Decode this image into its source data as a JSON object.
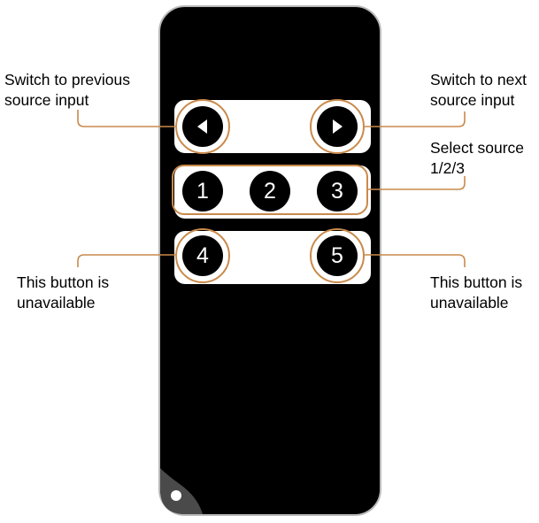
{
  "colors": {
    "remote_body": "#000000",
    "panel": "#ffffff",
    "highlight": "#c98a4b",
    "corner": "#555555"
  },
  "labels": {
    "prev": "Switch to previous\nsource input",
    "next": "Switch to next\nsource input",
    "select": "Select source\n1/2/3",
    "unavailable_left": "This button is\nunavailable",
    "unavailable_right": "This button is\nunavailable"
  },
  "buttons": {
    "prev_icon": "triangle-left-icon",
    "next_icon": "triangle-right-icon",
    "b1": "1",
    "b2": "2",
    "b3": "3",
    "b4": "4",
    "b5": "5"
  }
}
